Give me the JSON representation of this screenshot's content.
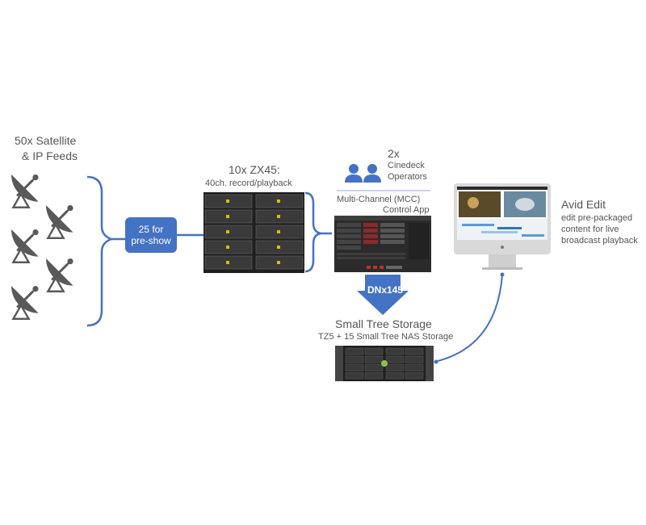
{
  "sources": {
    "title_line1": "50x Satellite",
    "title_line2": "& IP Feeds"
  },
  "preshow_box": {
    "line1": "25 for",
    "line2": "pre-show"
  },
  "zx45": {
    "title": "10x ZX45:",
    "subtitle": "40ch. record/playback"
  },
  "operators": {
    "count": "2x",
    "line1": "Cinedeck",
    "line2": "Operators"
  },
  "mcc": {
    "line1": "Multi-Channel (MCC)",
    "line2": "Control App"
  },
  "dnx": {
    "label": "DNx145"
  },
  "storage": {
    "title": "Small Tree Storage",
    "subtitle": "TZ5 + 15 Small Tree NAS Storage"
  },
  "avid": {
    "title": "Avid Edit",
    "line1": "edit pre-packaged",
    "line2": "content for live",
    "line3": "broadcast playback"
  },
  "colors": {
    "accent_blue": "#4472c4",
    "text_gray": "#555555",
    "rack_dark": "#1f1f1f"
  }
}
